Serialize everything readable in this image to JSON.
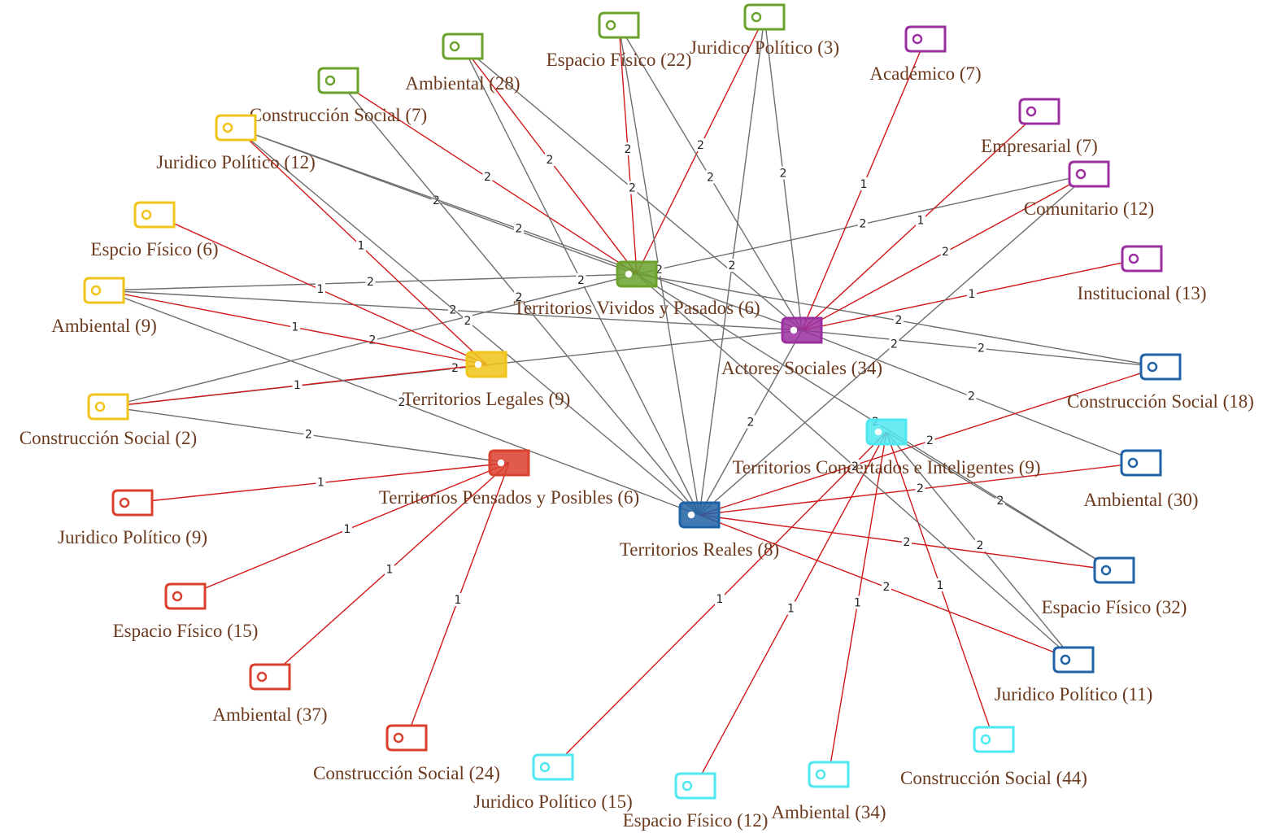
{
  "colors": {
    "green": "#6aa22c",
    "purple": "#9b2f9f",
    "yellow": "#f0c419",
    "blue": "#2062a6",
    "red": "#d9402e",
    "cyan": "#4de8f0",
    "label_text": "#6b3a1e",
    "edge_red": "#d01818",
    "edge_gray": "#6e6e6e"
  },
  "nodes": [
    {
      "id": "tvp",
      "label": "Territorios Vividos y Pasados (6)",
      "color": "green",
      "hub": true
    },
    {
      "id": "as",
      "label": "Actores Sociales (34)",
      "color": "purple",
      "hub": true
    },
    {
      "id": "tl",
      "label": "Territorios Legales (9)",
      "color": "yellow",
      "hub": true
    },
    {
      "id": "tci",
      "label": "Territorios Concertados e Inteligentes (9)",
      "color": "cyan",
      "hub": true
    },
    {
      "id": "tpp",
      "label": "Territorios Pensados y Posibles (6)",
      "color": "red",
      "hub": true
    },
    {
      "id": "tr",
      "label": "Territorios Reales (8)",
      "color": "blue",
      "hub": true
    },
    {
      "id": "g_ef",
      "label": "Espacio Físico (22)",
      "color": "green"
    },
    {
      "id": "g_jp",
      "label": "Juridico Político (3)",
      "color": "green"
    },
    {
      "id": "g_amb",
      "label": "Ambiental (28)",
      "color": "green"
    },
    {
      "id": "g_cs",
      "label": "Construcción Social (7)",
      "color": "green"
    },
    {
      "id": "p_aca",
      "label": "Académico (7)",
      "color": "purple"
    },
    {
      "id": "p_emp",
      "label": "Empresarial (7)",
      "color": "purple"
    },
    {
      "id": "p_com",
      "label": "Comunitario (12)",
      "color": "purple"
    },
    {
      "id": "p_ins",
      "label": "Institucional (13)",
      "color": "purple"
    },
    {
      "id": "y_jp",
      "label": "Juridico Político (12)",
      "color": "yellow"
    },
    {
      "id": "y_ef",
      "label": "Espcio Físico (6)",
      "color": "yellow"
    },
    {
      "id": "y_amb",
      "label": "Ambiental  (9)",
      "color": "yellow"
    },
    {
      "id": "y_cs",
      "label": "Construcción Social (2)",
      "color": "yellow"
    },
    {
      "id": "r_jp",
      "label": "Juridico Político (9)",
      "color": "red"
    },
    {
      "id": "r_ef",
      "label": "Espacio Físico (15)",
      "color": "red"
    },
    {
      "id": "r_amb",
      "label": "Ambiental (37)",
      "color": "red"
    },
    {
      "id": "r_cs",
      "label": "Construcción Social (24)",
      "color": "red"
    },
    {
      "id": "c_jp",
      "label": "Juridico Político (15)",
      "color": "cyan"
    },
    {
      "id": "c_ef",
      "label": "Espacio Físico (12)",
      "color": "cyan"
    },
    {
      "id": "c_amb",
      "label": "Ambiental (34)",
      "color": "cyan"
    },
    {
      "id": "c_cs",
      "label": "Construcción Social (44)",
      "color": "cyan"
    },
    {
      "id": "b_cs",
      "label": "Construcción Social (18)",
      "color": "blue"
    },
    {
      "id": "b_amb",
      "label": "Ambiental (30)",
      "color": "blue"
    },
    {
      "id": "b_ef",
      "label": "Espacio Físico (32)",
      "color": "blue"
    },
    {
      "id": "b_jp",
      "label": "Juridico Político  (11)",
      "color": "blue"
    }
  ],
  "edges": [
    {
      "from": "g_ef",
      "to": "tvp",
      "weight": "2",
      "kind": "red"
    },
    {
      "from": "g_jp",
      "to": "tvp",
      "weight": "2",
      "kind": "red"
    },
    {
      "from": "g_amb",
      "to": "tvp",
      "weight": "2",
      "kind": "red"
    },
    {
      "from": "g_cs",
      "to": "tvp",
      "weight": "2",
      "kind": "red"
    },
    {
      "from": "y_jp",
      "to": "tvp",
      "weight": "2",
      "kind": "gray"
    },
    {
      "from": "y_amb",
      "to": "tvp",
      "weight": "2",
      "kind": "gray"
    },
    {
      "from": "y_cs",
      "to": "tvp",
      "weight": "2",
      "kind": "gray"
    },
    {
      "from": "p_com",
      "to": "tvp",
      "weight": "2",
      "kind": "gray"
    },
    {
      "from": "b_cs",
      "to": "tvp",
      "weight": "2",
      "kind": "gray"
    },
    {
      "from": "p_aca",
      "to": "as",
      "weight": "1",
      "kind": "red"
    },
    {
      "from": "p_emp",
      "to": "as",
      "weight": "1",
      "kind": "red"
    },
    {
      "from": "p_com",
      "to": "as",
      "weight": "2",
      "kind": "red"
    },
    {
      "from": "p_ins",
      "to": "as",
      "weight": "1",
      "kind": "red"
    },
    {
      "from": "g_jp",
      "to": "as",
      "weight": "2",
      "kind": "gray"
    },
    {
      "from": "g_ef",
      "to": "as",
      "weight": "2",
      "kind": "gray"
    },
    {
      "from": "g_amb",
      "to": "as",
      "weight": "2",
      "kind": "gray"
    },
    {
      "from": "y_jp",
      "to": "as",
      "weight": "2",
      "kind": "gray"
    },
    {
      "from": "y_amb",
      "to": "as",
      "weight": "2",
      "kind": "gray"
    },
    {
      "from": "y_cs",
      "to": "as",
      "weight": "2",
      "kind": "gray"
    },
    {
      "from": "b_cs",
      "to": "as",
      "weight": "2",
      "kind": "gray"
    },
    {
      "from": "b_amb",
      "to": "as",
      "weight": "2",
      "kind": "gray"
    },
    {
      "from": "y_jp",
      "to": "tl",
      "weight": "1",
      "kind": "red"
    },
    {
      "from": "y_ef",
      "to": "tl",
      "weight": "1",
      "kind": "red"
    },
    {
      "from": "y_amb",
      "to": "tl",
      "weight": "1",
      "kind": "red"
    },
    {
      "from": "y_cs",
      "to": "tl",
      "weight": "1",
      "kind": "red"
    },
    {
      "from": "r_jp",
      "to": "tpp",
      "weight": "1",
      "kind": "red"
    },
    {
      "from": "r_ef",
      "to": "tpp",
      "weight": "1",
      "kind": "red"
    },
    {
      "from": "r_amb",
      "to": "tpp",
      "weight": "1",
      "kind": "red"
    },
    {
      "from": "r_cs",
      "to": "tpp",
      "weight": "1",
      "kind": "red"
    },
    {
      "from": "y_cs",
      "to": "tpp",
      "weight": "2",
      "kind": "gray"
    },
    {
      "from": "c_jp",
      "to": "tci",
      "weight": "1",
      "kind": "red"
    },
    {
      "from": "c_ef",
      "to": "tci",
      "weight": "1",
      "kind": "red"
    },
    {
      "from": "c_amb",
      "to": "tci",
      "weight": "1",
      "kind": "red"
    },
    {
      "from": "c_cs",
      "to": "tci",
      "weight": "1",
      "kind": "red"
    },
    {
      "from": "b_ef",
      "to": "tci",
      "weight": "2",
      "kind": "gray"
    },
    {
      "from": "b_jp",
      "to": "tci",
      "weight": "2",
      "kind": "gray"
    },
    {
      "from": "b_cs",
      "to": "tr",
      "weight": "2",
      "kind": "red"
    },
    {
      "from": "b_amb",
      "to": "tr",
      "weight": "2",
      "kind": "red"
    },
    {
      "from": "b_ef",
      "to": "tr",
      "weight": "2",
      "kind": "red"
    },
    {
      "from": "b_jp",
      "to": "tr",
      "weight": "2",
      "kind": "red"
    },
    {
      "from": "g_ef",
      "to": "tr",
      "weight": "2",
      "kind": "gray"
    },
    {
      "from": "g_jp",
      "to": "tr",
      "weight": "2",
      "kind": "gray"
    },
    {
      "from": "g_amb",
      "to": "tr",
      "weight": "2",
      "kind": "gray"
    },
    {
      "from": "g_cs",
      "to": "tr",
      "weight": "2",
      "kind": "gray"
    },
    {
      "from": "y_jp",
      "to": "tr",
      "weight": "2",
      "kind": "gray"
    },
    {
      "from": "y_amb",
      "to": "tr",
      "weight": "2",
      "kind": "gray"
    },
    {
      "from": "p_com",
      "to": "tr",
      "weight": "2",
      "kind": "gray"
    },
    {
      "from": "as",
      "to": "tr",
      "weight": "2",
      "kind": "gray"
    },
    {
      "from": "tvp",
      "to": "b_ef",
      "weight": "2",
      "kind": "gray"
    },
    {
      "from": "tvp",
      "to": "b_jp",
      "weight": "2",
      "kind": "gray"
    }
  ]
}
